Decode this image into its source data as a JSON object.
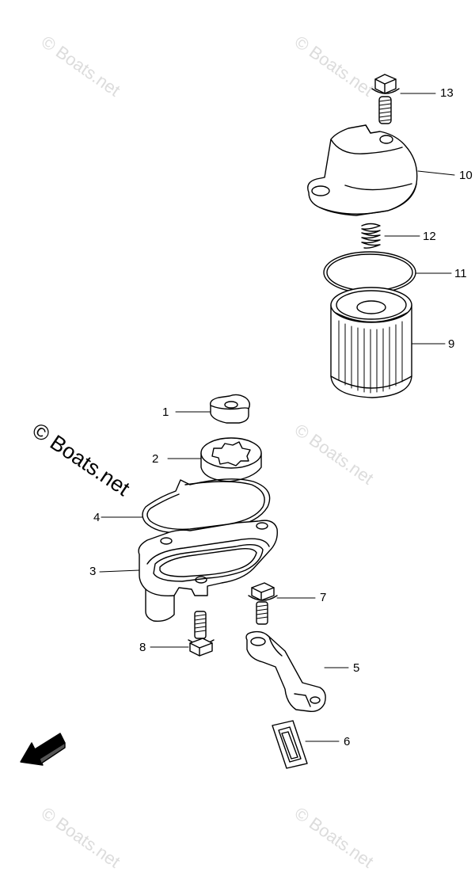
{
  "watermark": {
    "faint_text": "© Boats.net",
    "main_text": "© Boats.net"
  },
  "direction_arrow": {
    "label": "FWD"
  },
  "callouts": [
    {
      "id": "1",
      "label": "1"
    },
    {
      "id": "2",
      "label": "2"
    },
    {
      "id": "3",
      "label": "3"
    },
    {
      "id": "4",
      "label": "4"
    },
    {
      "id": "5",
      "label": "5"
    },
    {
      "id": "6",
      "label": "6"
    },
    {
      "id": "7",
      "label": "7"
    },
    {
      "id": "8",
      "label": "8"
    },
    {
      "id": "9",
      "label": "9"
    },
    {
      "id": "10",
      "label": "10"
    },
    {
      "id": "11",
      "label": "11"
    },
    {
      "id": "12",
      "label": "12"
    },
    {
      "id": "13",
      "label": "13"
    }
  ]
}
